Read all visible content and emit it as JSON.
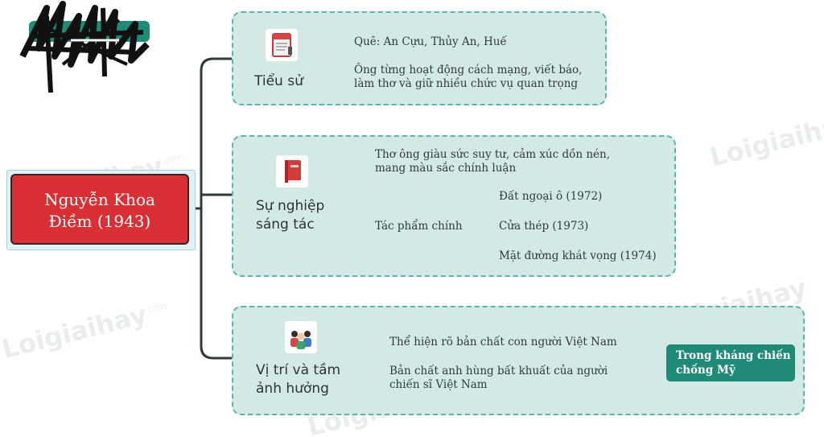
{
  "root": {
    "line1": "Nguyễn Khoa",
    "line2": "Điềm (1943)",
    "color": "#d93035"
  },
  "sections": {
    "bio": {
      "title": "Tiểu sử",
      "icon": "document-icon",
      "items": [
        "Quê: An Cựu, Thủy An, Huế",
        "Ông từng hoạt động cách mạng, viết báo,",
        "làm thơ và giữ nhiều chức vụ quan trọng"
      ]
    },
    "career": {
      "title_line1": "Sự nghiệp",
      "title_line2": "sáng tác",
      "icon": "book-icon",
      "style_line1": "Thơ ông giàu sức suy tư, cảm xúc dồn nén,",
      "style_line2": "mang màu sắc chính luận",
      "works_label": "Tác phẩm chính",
      "works": [
        "Đất ngoại ô (1972)",
        "Cửa thép (1973)",
        "Mặt đường khát vọng (1974)"
      ]
    },
    "influence": {
      "title_line1": "Vị trí và tầm",
      "title_line2": "ảnh hưởng",
      "icon": "people-icon",
      "item1": "Thể hiện rõ bản chất con người Việt Nam",
      "item2_line1": "Bản chất anh hùng bất khuất của người",
      "item2_line2": "chiến sĩ Việt Nam",
      "badge_line1": "Trong kháng chiến",
      "badge_line2": "chống Mỹ",
      "badge_color": "#1f8a78"
    }
  },
  "watermark": {
    "text": "Loigiaihay",
    "suffix": ".com"
  },
  "colors": {
    "panel_fill": "#d3e9e6",
    "panel_border": "#5fb3a8",
    "connector": "#2f3a3d"
  }
}
